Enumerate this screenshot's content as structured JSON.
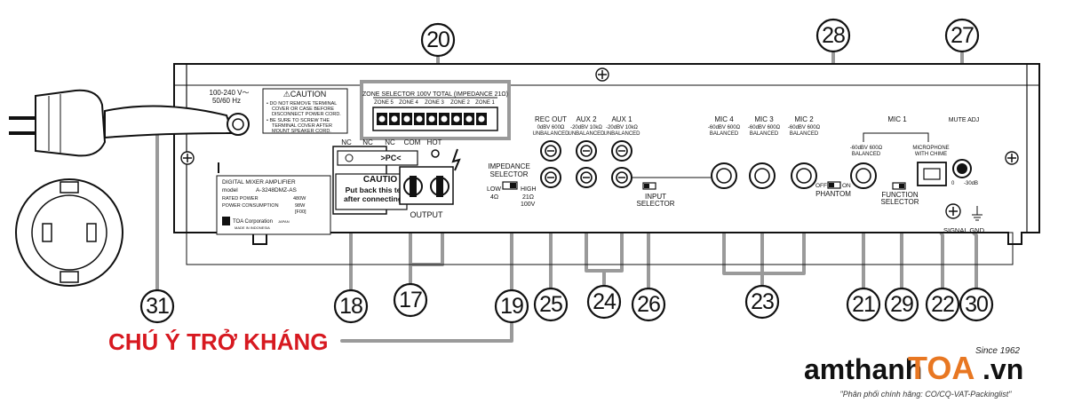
{
  "callouts": {
    "c20": "20",
    "c28": "28",
    "c27": "27",
    "c31": "31",
    "c18": "18",
    "c17": "17",
    "c19": "19",
    "c25": "25",
    "c24": "24",
    "c26": "26",
    "c23": "23",
    "c21": "21",
    "c29": "29",
    "c22": "22",
    "c30": "30"
  },
  "warning": {
    "text": "CHÚ Ý TRỞ KHÁNG",
    "color": "#d71920"
  },
  "brand": {
    "logo_left": "amthanh",
    "logo_toa": "TOA",
    "logo_right": ".vn",
    "since": "Since 1962",
    "tagline": "\"Phân phối chính hãng: CO/CQ-VAT-Packinglist\"",
    "toa_color": "#e87722"
  },
  "panel": {
    "power_rating": "100-240 V～",
    "power_freq": "50/60 Hz",
    "caution_title": "⚠CAUTION",
    "caution_line1": "• DO NOT REMOVE TERMINAL",
    "caution_line2": "COVER OR CASE BEFORE",
    "caution_line3": "DISCONNECT POWER CORD.",
    "caution_line4": "• BE SURE TO SCREW THE",
    "caution_line5": "TERMINAL COVER AFTER",
    "caution_line6": "MOUNT SPEAKER CORD.",
    "zone_header": "ZONE SELECTOR 100V TOTAL (IMPEDANCE 21Ω)",
    "zones": [
      "ZONE 5",
      "ZONE 4",
      "ZONE 3",
      "ZONE 2",
      "ZONE 1"
    ],
    "terminal_labels": [
      "NC",
      "NC",
      "NC",
      "COM",
      "HOT"
    ],
    "pc_label": ">PC<",
    "caution_box_title": "CAUTIO",
    "caution_box_line1": "Put back this te",
    "caution_box_line2": "after connecting",
    "output_label": "OUTPUT",
    "nameplate_line1": "DIGITAL MIXER AMPLIFIER",
    "nameplate_model_label": "model",
    "nameplate_model": "A-3248DMZ-AS",
    "nameplate_rated_label": "RATED POWER",
    "nameplate_rated": "480W",
    "nameplate_consumption_label": "POWER CONSUMPTION",
    "nameplate_consumption": "98W",
    "nameplate_code": "[F00]",
    "nameplate_maker": "TOA Corporation",
    "nameplate_japan": "JAPAN",
    "nameplate_made": "MADE IN INDONESIA",
    "impedance_selector_1": "IMPEDANCE",
    "impedance_selector_2": "SELECTOR",
    "imp_low": "LOW",
    "imp_low_val": "4Ω",
    "imp_high": "HIGH",
    "imp_high_val1": "21Ω",
    "imp_high_val2": "100V",
    "rec_out": "REC OUT",
    "rec_out_spec1": "0dBV 600Ω",
    "rec_out_spec2": "UNBALANCED",
    "aux2": "AUX 2",
    "aux1": "AUX 1",
    "aux_spec1": "-20dBV 10kΩ",
    "aux_spec2": "UNBALANCED",
    "input_selector_1": "INPUT",
    "input_selector_2": "SELECTOR",
    "mic4": "MIC 4",
    "mic3": "MIC 3",
    "mic2": "MIC 2",
    "mic_spec1": "-60dBV 600Ω",
    "mic_spec2": "BALANCED",
    "phantom_off": "OFF",
    "phantom_on": "ON",
    "phantom": "PHANTOM",
    "mic1": "MIC 1",
    "mic1_spec1": "-60dBV 600Ω",
    "mic1_spec2": "BALANCED",
    "mic_chime_1": "MICROPHONE",
    "mic_chime_2": "WITH CHIME",
    "function_selector_1": "FUNCTION",
    "function_selector_2": "SELECTOR",
    "mute_adj": "MUTE ADJ",
    "mute_min": "0",
    "mute_max": "-30dB",
    "signal_gnd": "SIGNAL GND"
  }
}
